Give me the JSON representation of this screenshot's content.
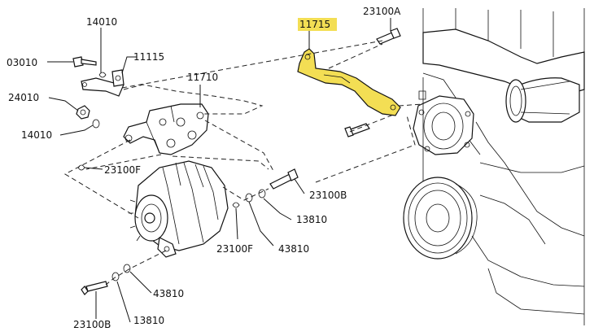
{
  "diagram": {
    "highlight_color": "#f2dc4b",
    "labels": {
      "p11715": "11715",
      "p23100A": "23100A",
      "p14010_top": "14010",
      "p03010": "03010",
      "p11115": "11115",
      "p11710": "11710",
      "p24010": "24010",
      "p14010_mid": "14010",
      "p23100F_left": "23100F",
      "p23100B_mid": "23100B",
      "p13810_mid": "13810",
      "p23100F_bottom": "23100F",
      "p43810_mid": "43810",
      "p43810_bottom": "43810",
      "p23100B_bottom": "23100B",
      "p13810_bottom": "13810"
    }
  }
}
